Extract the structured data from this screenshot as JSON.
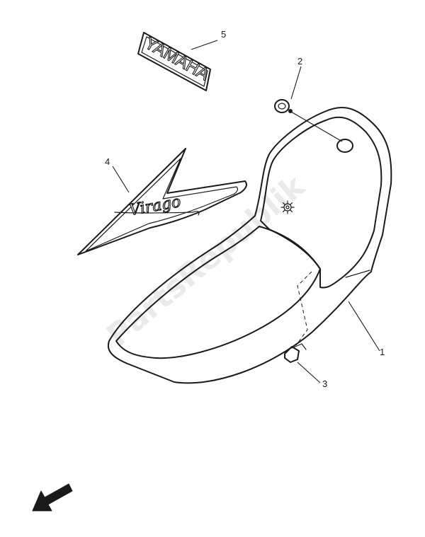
{
  "diagram": {
    "watermark": "PartsRepublik",
    "callouts": [
      {
        "id": "1",
        "label": "1",
        "part": "seat-cover"
      },
      {
        "id": "2",
        "label": "2",
        "part": "grommet"
      },
      {
        "id": "3",
        "label": "3",
        "part": "bolt"
      },
      {
        "id": "4",
        "label": "4",
        "part": "virago-emblem"
      },
      {
        "id": "5",
        "label": "5",
        "part": "yamaha-decal"
      }
    ],
    "decals": {
      "yamaha": "YAMAHA",
      "virago": "Virago"
    },
    "icons": {
      "direction_arrow": "arrow-down-left-icon",
      "gear": "gear-icon"
    },
    "colors": {
      "ink": "#1a1a1a",
      "background": "#ffffff",
      "watermark": "#d9d9d9"
    }
  }
}
